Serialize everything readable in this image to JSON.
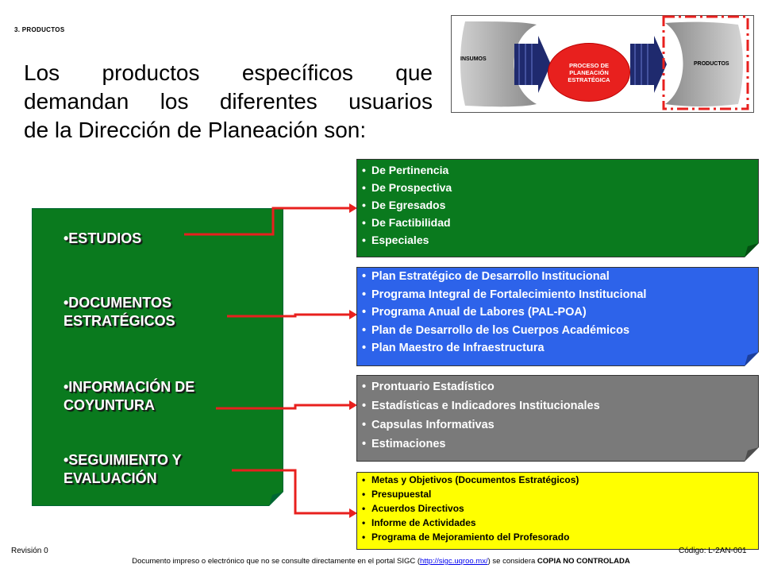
{
  "section_label": "3. PRODUCTOS",
  "heading_lines": [
    "Los productos específicos que",
    "demandan los diferentes usuarios",
    "de la Dirección de Planeación son:"
  ],
  "process_diagram": {
    "left_label": "INSUMOS",
    "center_lines": [
      "PROCESO DE",
      "PLANEACIÓN",
      "ESTRATÉGICA"
    ],
    "right_label": "PRODUCTOS"
  },
  "categories": [
    {
      "lines": [
        "•ESTUDIOS"
      ]
    },
    {
      "lines": [
        "•DOCUMENTOS",
        "ESTRATÉGICOS"
      ]
    },
    {
      "lines": [
        "•INFORMACIÓN DE",
        "COYUNTURA"
      ]
    },
    {
      "lines": [
        "•SEGUIMIENTO Y",
        "EVALUACIÓN"
      ]
    }
  ],
  "panels": [
    {
      "items": [
        "De Pertinencia",
        "De Prospectiva",
        "De Egresados",
        "De Factibilidad",
        "Especiales"
      ]
    },
    {
      "items": [
        "Plan Estratégico de Desarrollo Institucional",
        "Programa Integral de Fortalecimiento Institucional",
        "Programa Anual de Labores (PAL-POA)",
        "Plan de Desarrollo de los Cuerpos Académicos",
        "Plan Maestro de Infraestructura"
      ]
    },
    {
      "items": [
        "Prontuario Estadístico",
        "Estadísticas e Indicadores Institucionales",
        "Capsulas Informativas",
        "Estimaciones"
      ]
    },
    {
      "items": [
        "Metas y Objetivos (Documentos Estratégicos)",
        "Presupuestal",
        "Acuerdos Directivos",
        "Informe de Actividades",
        "Programa de Mejoramiento del Profesorado"
      ]
    }
  ],
  "colors": {
    "green": "#0a7a1e",
    "blue": "#2d63ea",
    "gray": "#7a7a7a",
    "yellow": "#ffff00",
    "connector_red": "#e8201e"
  },
  "footer": {
    "revision": "Revisión 0",
    "code": "Código: L-2AN-001",
    "note_prefix": "Documento impreso o electrónico que no se consulte directamente en el portal SIGC (",
    "note_link": "http://sigc.uqroo.mx/",
    "note_middle": ") se considera ",
    "note_bold": "COPIA NO CONTROLADA"
  }
}
